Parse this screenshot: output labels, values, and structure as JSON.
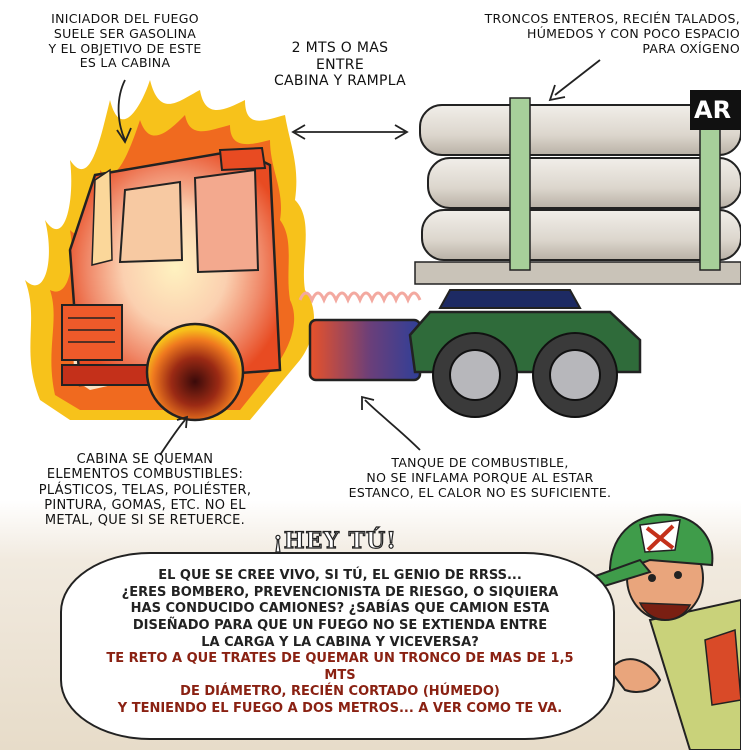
{
  "captions": {
    "initiator": [
      "INICIADOR DEL FUEGO",
      "SUELE SER GASOLINA",
      "Y EL OBJETIVO DE ESTE",
      "ES LA CABINA"
    ],
    "distance": [
      "2 MTS O MAS",
      "ENTRE",
      "CABINA Y RAMPLA"
    ],
    "logs": [
      "TRONCOS ENTEROS, RECIÉN TALADOS,",
      "HÚMEDOS Y CON POCO ESPACIO",
      "PARA OXÍGENO"
    ],
    "cabin": [
      "CABINA SE QUEMAN",
      "ELEMENTOS COMBUSTIBLES:",
      "PLÁSTICOS, TELAS, POLIÉSTER,",
      "PINTURA, GOMAS, ETC. NO EL",
      "METAL, QUE SI SE RETUERCE."
    ],
    "tank": [
      "TANQUE DE COMBUSTIBLE,",
      "NO SE INFLAMA PORQUE AL ESTAR",
      "ESTANCO, EL CALOR NO ES SUFICIENTE."
    ]
  },
  "logo_text": "AR",
  "hey_title": "¡HEY TÚ!",
  "bubble": {
    "lines_dark": [
      "EL QUE SE CREE VIVO, SI TÚ, EL GENIO DE RRSS...",
      "¿ERES BOMBERO, PREVENCIONISTA DE RIESGO, O SIQUIERA",
      "HAS CONDUCIDO CAMIONES? ¿SABÍAS QUE CAMION ESTA",
      "DISEÑADO PARA QUE UN FUEGO NO SE EXTIENDA ENTRE",
      "LA CARGA Y LA CABINA Y VICEVERSA?"
    ],
    "lines_red": [
      "TE RETO A QUE TRATES DE QUEMAR UN TRONCO DE MAS DE 1,5 MTS",
      "DE DIÁMETRO, RECIÉN CORTADO (HÚMEDO)",
      "Y TENIENDO EL FUEGO A DOS METROS... A VER COMO TE VA."
    ]
  },
  "colors": {
    "flame_outer": "#f7c21b",
    "flame_mid": "#f06a1f",
    "cabin": "#e84b22",
    "cabin_light": "#f7d9a0",
    "tank": "#3b48a0",
    "chassis_green": "#2f6b3a",
    "fifth_wheel": "#1d2a63",
    "log": "#e6e2dc",
    "strap": "#a7cf9a",
    "text_red": "#8a2112",
    "cap_green": "#3f9c4a",
    "skin": "#e9a57c"
  }
}
